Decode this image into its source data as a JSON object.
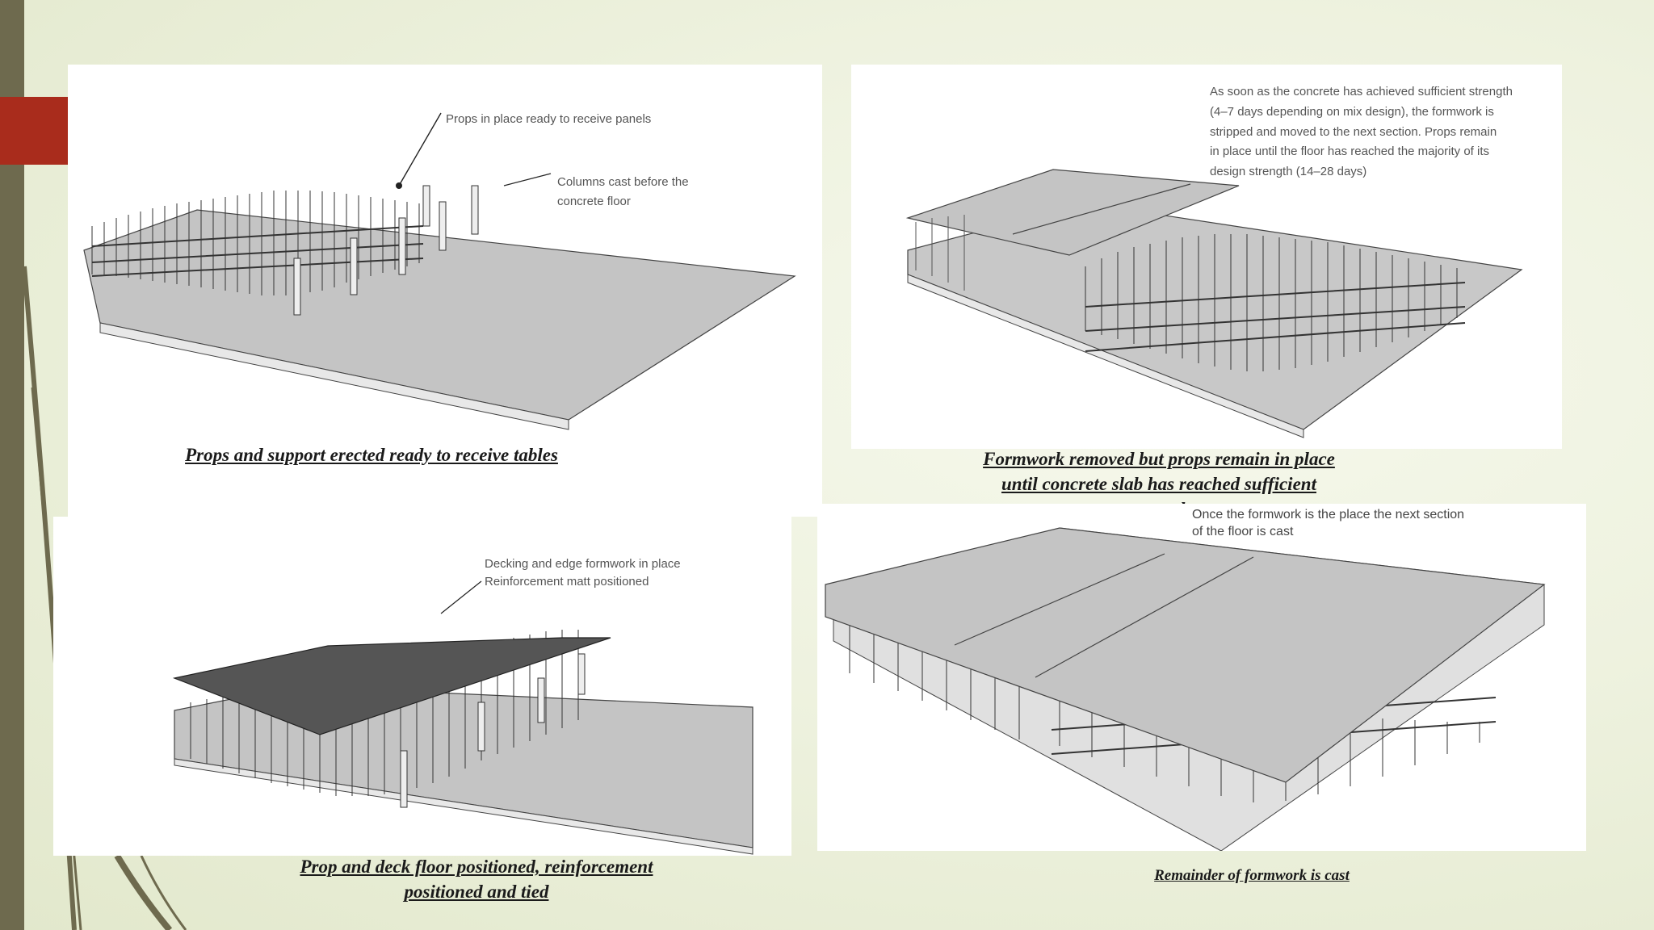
{
  "slide": {
    "colors": {
      "left_bar": "#6e6a4e",
      "accent_tab": "#a92c1c",
      "background": "#eef2df",
      "slab": "#c4c4c4",
      "stroke": "#444444"
    },
    "panels": [
      {
        "notes": [
          "Props in place ready to receive panels",
          "Columns cast before the\nconcrete floor"
        ],
        "caption": "Props and support erected ready to receive tables"
      },
      {
        "notes": [
          "As soon as the concrete has achieved sufficient strength\n(4–7 days depending on mix design), the formwork is\nstripped and moved to the next section. Props remain\nin place until the floor has reached the majority of its\ndesign strength (14–28 days)"
        ],
        "caption": "Formwork removed but props remain in place until concrete slab has reached sufficient strength"
      },
      {
        "notes": [
          "Decking and edge formwork in place\nReinforcement matt positioned"
        ],
        "caption": "Prop and deck floor positioned, reinforcement positioned and tied"
      },
      {
        "notes": [
          "Once the formwork is the place the next section\nof the floor is cast"
        ],
        "caption": "Remainder of formwork is cast"
      }
    ]
  }
}
